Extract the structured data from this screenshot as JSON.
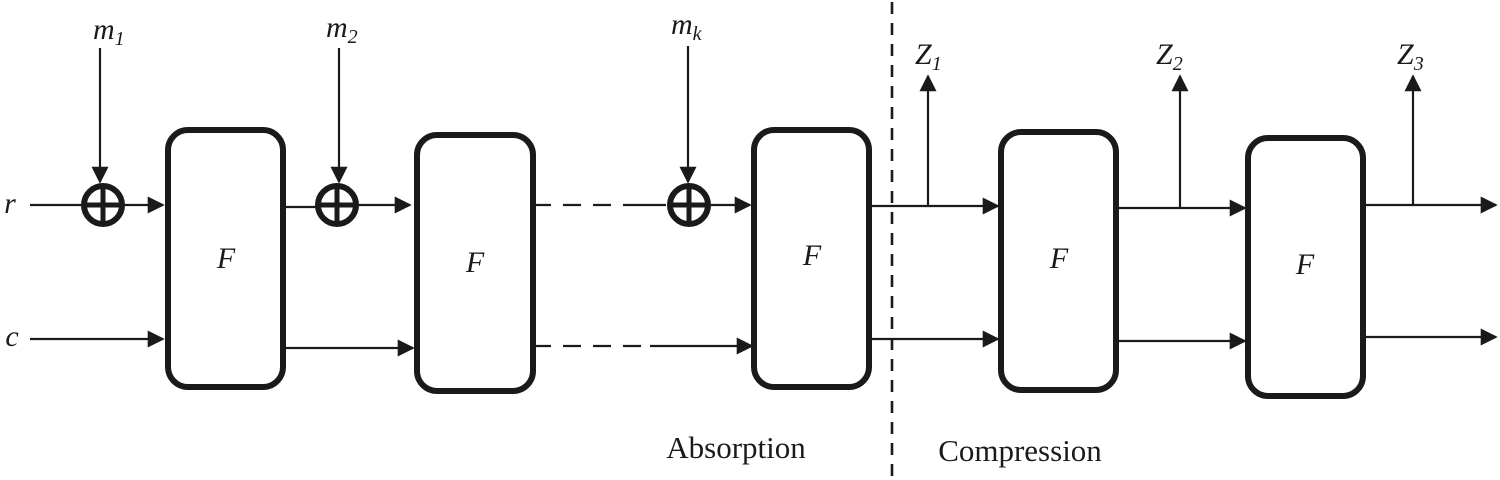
{
  "inputs": {
    "r": "r",
    "c": "c"
  },
  "block_label": "F",
  "messages": [
    {
      "base": "m",
      "sub": "1"
    },
    {
      "base": "m",
      "sub": "2"
    },
    {
      "base": "m",
      "sub": "k"
    }
  ],
  "outputs": [
    {
      "base": "Z",
      "sub": "1"
    },
    {
      "base": "Z",
      "sub": "2"
    },
    {
      "base": "Z",
      "sub": "3"
    }
  ],
  "phases": {
    "absorption": "Absorption",
    "compression": "Compression"
  }
}
